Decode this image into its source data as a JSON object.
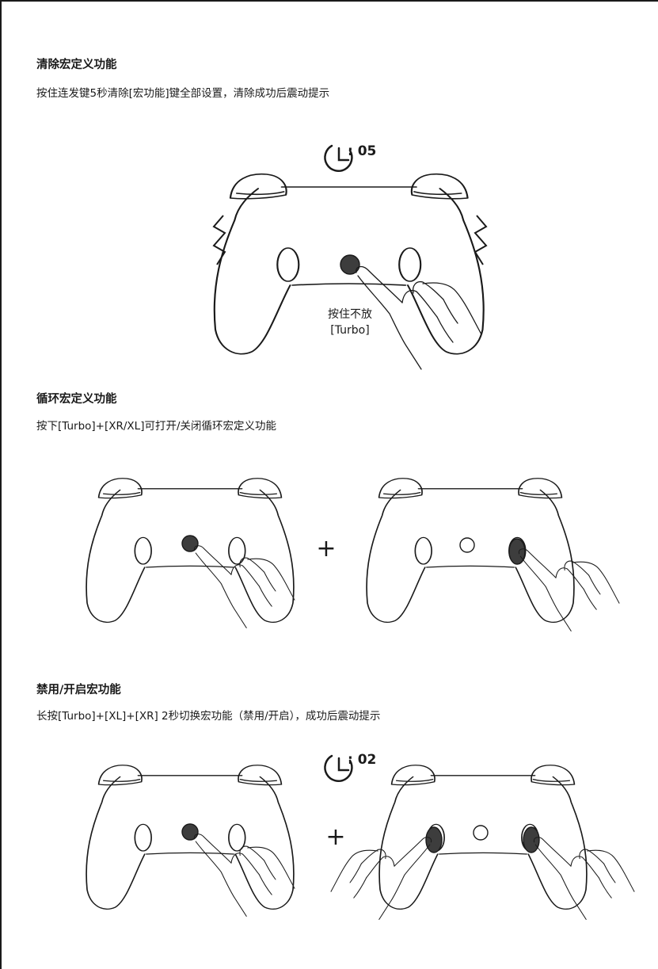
{
  "sections": [
    {
      "title": "清除宏定义功能",
      "desc": "按住连发键5秒清除[宏功能]键全部设置，清除成功后震动提示",
      "timer": ": 05",
      "hold_label": "按住不放",
      "button_label": "[Turbo]"
    },
    {
      "title": "循环宏定义功能",
      "desc": "按下[Turbo]+[XR/XL]可打开/关闭循环宏定义功能",
      "plus": "+"
    },
    {
      "title": "禁用/开启宏功能",
      "desc": "长按[Turbo]+[XL]+[XR] 2秒切换宏功能（禁用/开启），成功后震动提示",
      "timer": ": 02",
      "plus": "+"
    }
  ],
  "colors": {
    "line": "#1a1a1a",
    "pressed": "#3d3d3d",
    "background": "#ffffff"
  }
}
